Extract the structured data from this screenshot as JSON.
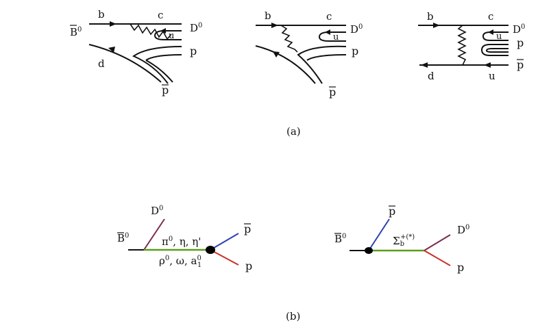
{
  "figure_a": {
    "caption": "(a)",
    "d1": {
      "b": "b",
      "c": "c",
      "u": "u",
      "B": "B",
      "B_sup": "0",
      "d": "d",
      "D": "D",
      "D_sup": "0",
      "p": "p",
      "pbar": "p"
    },
    "d2": {
      "b": "b",
      "c": "c",
      "u": "u",
      "D": "D",
      "D_sup": "0",
      "p": "p",
      "pbar": "p"
    },
    "d3": {
      "b": "b",
      "c": "c",
      "u_top": "u",
      "D": "D",
      "D_sup": "0",
      "p": "p",
      "pbar": "p",
      "d": "d",
      "u_bot": "u"
    }
  },
  "figure_b": {
    "caption": "(b)",
    "left": {
      "B": "B",
      "B_sup": "0",
      "D": "D",
      "D_sup": "0",
      "upper_1": "π",
      "upper_1_sup": "0",
      "upper_rest": ", η, η'",
      "lower_1": "ρ",
      "lower_1_sup": "0",
      "lower_mid": ", ω, a",
      "lower_sup": "0",
      "lower_sub": "1",
      "pbar": "p",
      "p": "p"
    },
    "right": {
      "B": "B",
      "B_sup": "0",
      "pbar": "p",
      "sigma": "Σ",
      "sigma_sub": "b",
      "sigma_sup": "+(*)",
      "D": "D",
      "D_sup": "0",
      "p": "p"
    }
  },
  "colors": {
    "ink": "#111111",
    "meson_line": "#5a9e1c",
    "d_line": "#7a2a4e",
    "pbar_line": "#2b3fb0",
    "p_line": "#c8312a",
    "vertex": "#000000"
  }
}
